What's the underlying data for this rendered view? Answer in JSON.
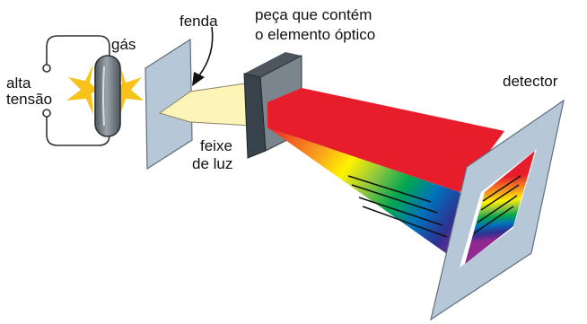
{
  "labels": {
    "gas": "gás",
    "voltage_line1": "alta",
    "voltage_line2": "tensão",
    "slit": "fenda",
    "element_line1": "peça que contém",
    "element_line2": "o elemento óptico",
    "beam_line1": "feixe",
    "beam_line2": "de luz",
    "detector": "detector"
  },
  "colors": {
    "circuit_wire": "#333333",
    "gas_tube": "#6f7880",
    "spark": "#f7c21a",
    "slit_panel": "#b6c7d8",
    "light_beam": "#fdf4b8",
    "optical_block_front": "#38424a",
    "optical_block_side": "#7b858d",
    "red_beam": "#e71d2b",
    "detector_panel": "#b6c7d8"
  },
  "spectrum_colors": [
    "#e71d2b",
    "#f26522",
    "#f8a51b",
    "#fff200",
    "#8dc63f",
    "#00a651",
    "#0072bc",
    "#2e3192",
    "#92278f"
  ]
}
